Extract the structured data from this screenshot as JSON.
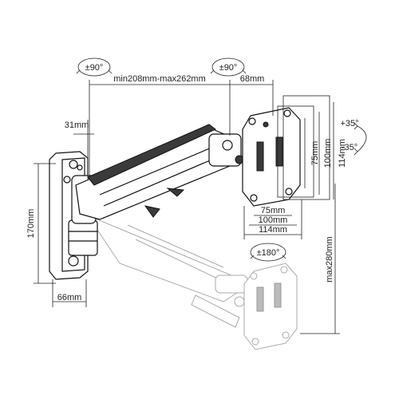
{
  "rotation_labels": {
    "left_arm": "±90°",
    "head": "±90°",
    "bottom": "±180°"
  },
  "tilt_labels": {
    "up": "+35°",
    "down": "-35°"
  },
  "dimensions": {
    "reach": "min208mm-max262mm",
    "head_offset": "68mm",
    "arm_offset": "31mm",
    "plate_height": "170mm",
    "plate_width": "66mm",
    "vesa_75": "75mm",
    "vesa_100": "100mm",
    "vesa_114": "114mm",
    "height_max": "max280mm"
  }
}
